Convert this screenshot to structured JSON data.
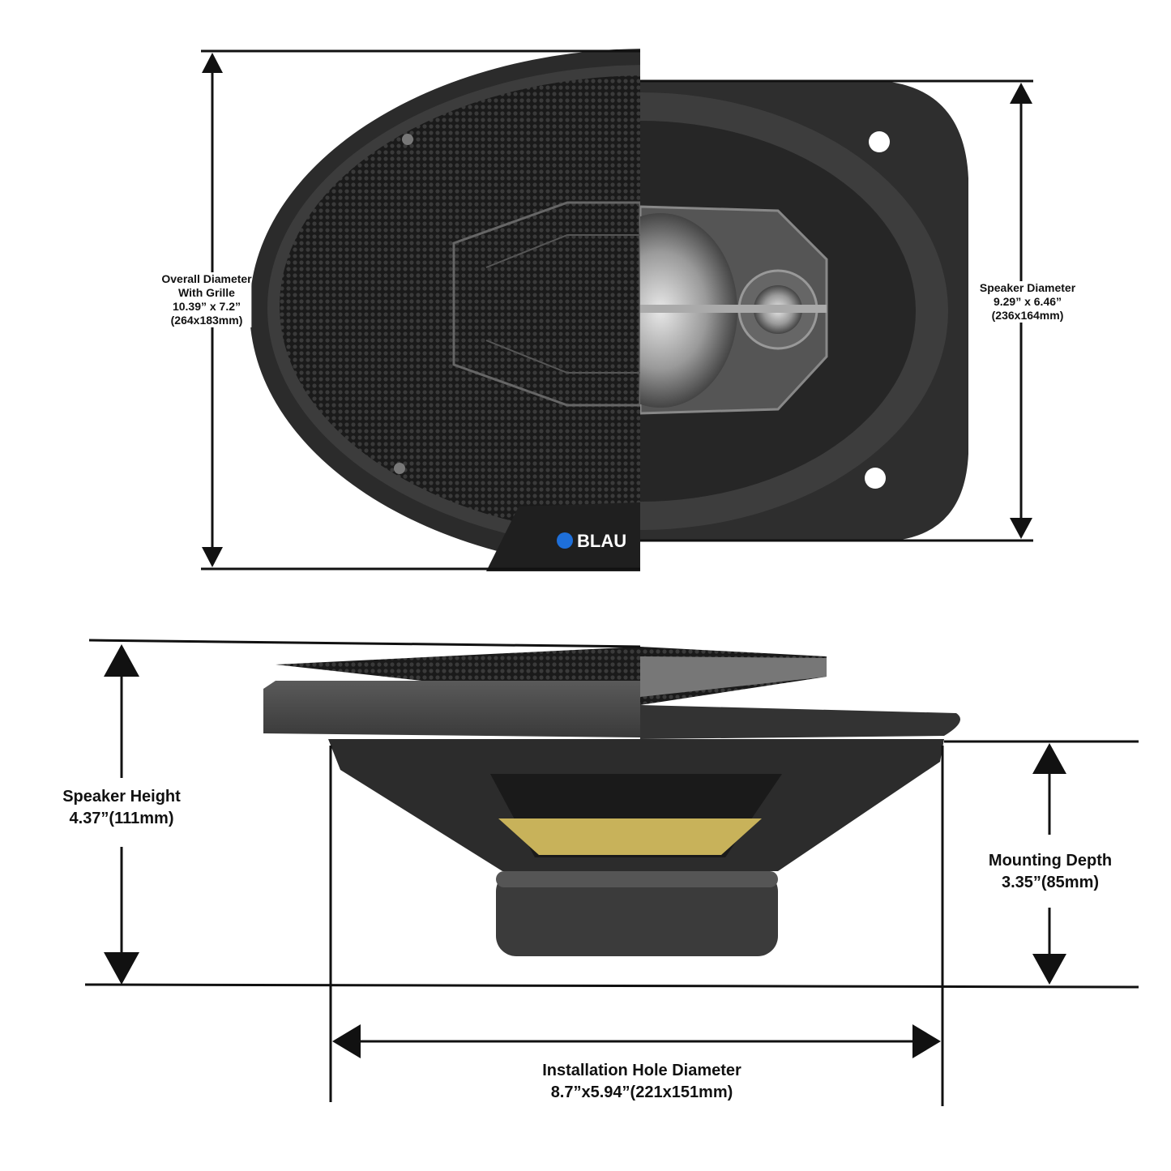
{
  "top_view": {
    "overall": {
      "title_1": "Overall Diameter",
      "title_2": "With Grille",
      "inches": "10.39” x 7.2”",
      "mm": "(264x183mm)"
    },
    "speaker": {
      "title": "Speaker Diameter",
      "inches": "9.29” x 6.46”",
      "mm": "(236x164mm)"
    },
    "logo_text": "BLAU"
  },
  "side_view": {
    "height": {
      "title": "Speaker Height",
      "value": "4.37”(111mm)"
    },
    "depth": {
      "title": "Mounting Depth",
      "value": "3.35”(85mm)"
    },
    "hole": {
      "title": "Installation Hole Diameter",
      "value": "8.7”x5.94”(221x151mm)"
    }
  },
  "colors": {
    "logo_dot": "#1e6fd9",
    "cone": "#c8b25a",
    "body": "#2a2a2a"
  }
}
